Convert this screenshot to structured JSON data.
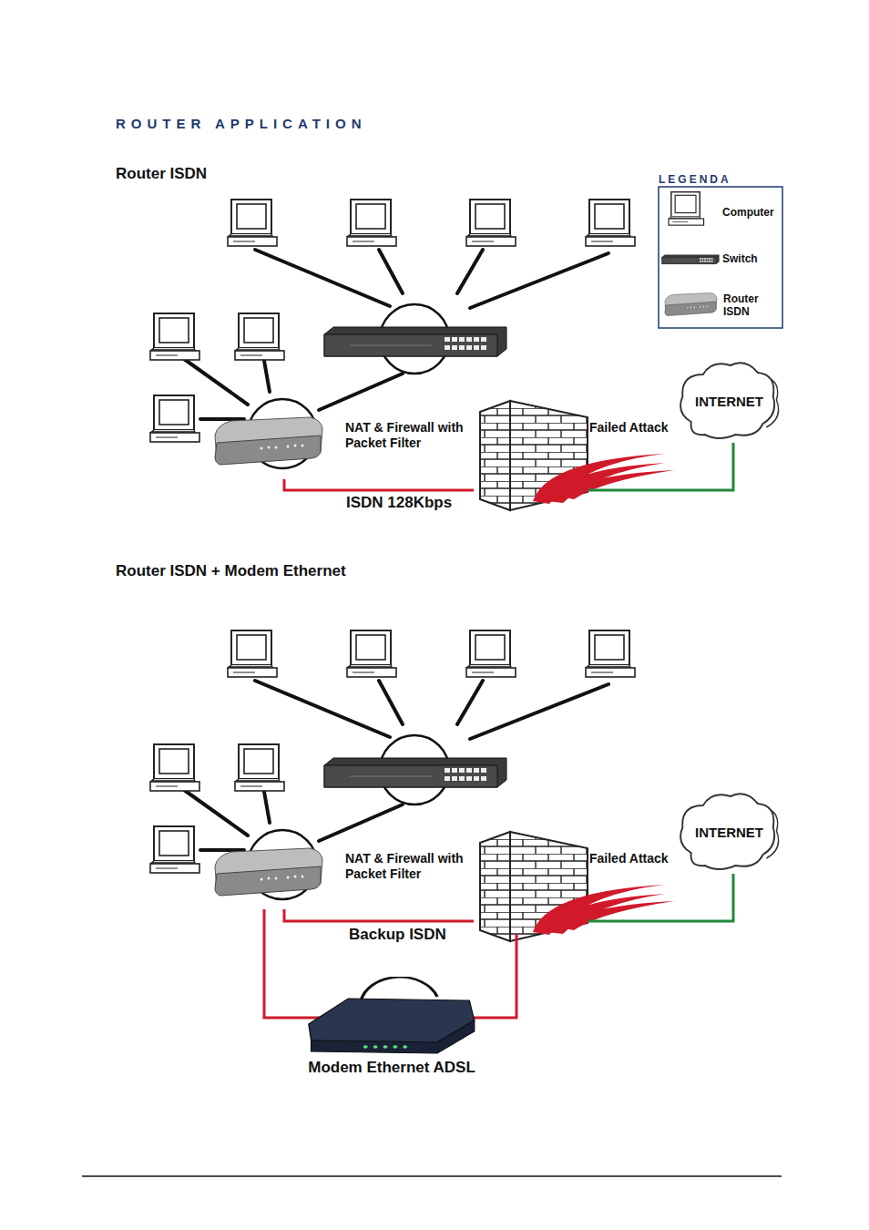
{
  "diagram": {
    "title": "ROUTER APPLICATION",
    "nodes": [
      {
        "text": [
          "INTERNET"
        ]
      },
      {
        "text": [
          "INTERNET"
        ]
      },
      {
        "text": [
          "Modem Ethernet ADSL"
        ]
      }
    ],
    "labels": [
      "LEGENDA",
      "Router ISDN",
      "NAT & Firewall with Packet Filter",
      "Failed Attack",
      "ISDN 128Kbps",
      "Router ISDN + Modem Ethernet",
      "NAT & Firewall with Packet Filter",
      "Failed Attack",
      "Backup ISDN"
    ],
    "legend": [
      {
        "text": "Computer"
      },
      {
        "text": "Switch"
      },
      {
        "text": "Router ISDN"
      }
    ]
  }
}
